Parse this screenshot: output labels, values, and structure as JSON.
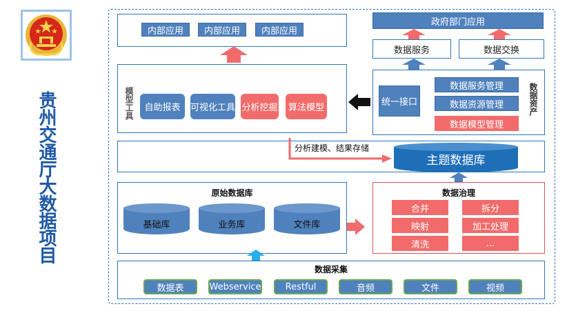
{
  "project_title": "贵州交通厅大数据项目",
  "top": {
    "internal_apps": [
      "内部应用",
      "内部应用",
      "内部应用"
    ]
  },
  "gov": {
    "title": "政府部门应用",
    "data_service": "数据服务",
    "data_exchange": "数据交换"
  },
  "model_tools": {
    "label": "模型工具",
    "items": [
      "自助报表",
      "可视化工具",
      "分析挖掘",
      "算法模型"
    ]
  },
  "data_assets": {
    "label": "数据资产",
    "unified_interface": "统一接口",
    "items": [
      "数据服务管理",
      "数据资源管理",
      "数据模型管理"
    ]
  },
  "analysis_note": "分析建模、结果存储",
  "theme_db": "主题数据库",
  "raw_db": {
    "title": "原始数据库",
    "items": [
      "基础库",
      "业务库",
      "文件库"
    ]
  },
  "governance": {
    "title": "数据治理",
    "items": [
      "合并",
      "拆分",
      "映射",
      "加工处理",
      "清洗",
      "…"
    ]
  },
  "collection": {
    "title": "数据采集",
    "items": [
      "数据表",
      "Webservice",
      "Restful",
      "音频",
      "文件",
      "视频"
    ]
  },
  "colors": {
    "blue": "#4f81bd",
    "red": "#f26b6b",
    "frame": "#2e75b6",
    "title_blue": "#1f5aa6"
  }
}
